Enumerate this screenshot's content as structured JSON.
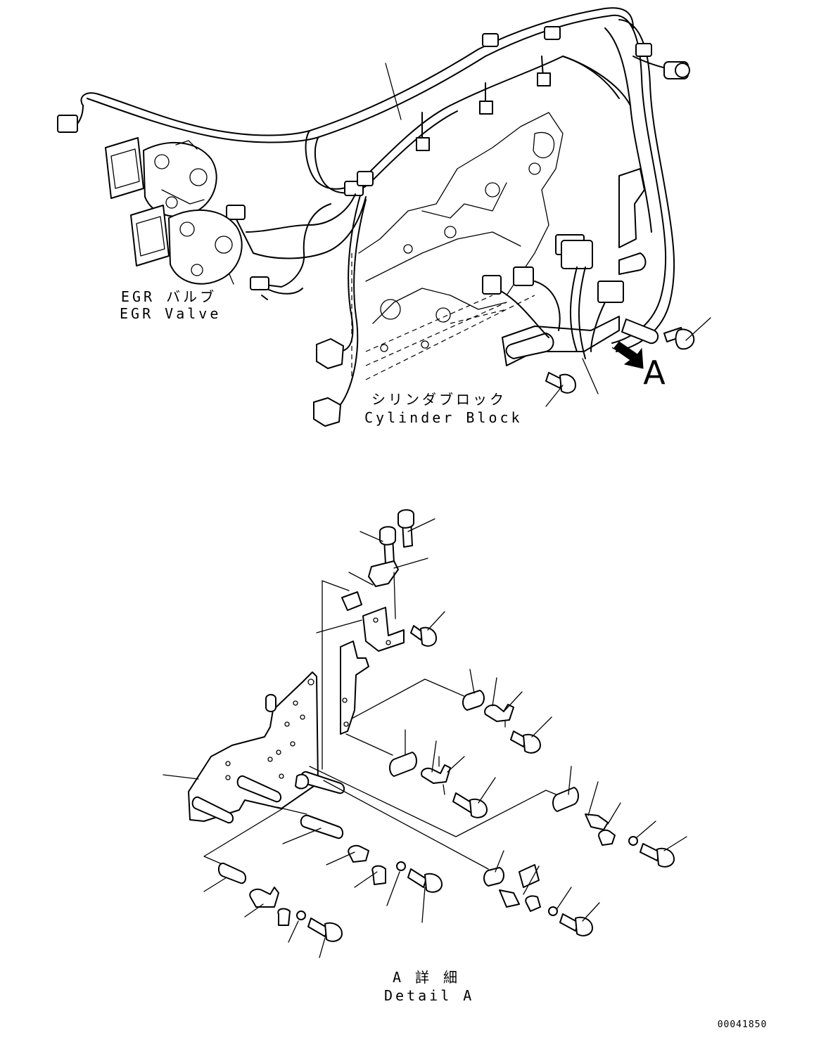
{
  "labels": {
    "egr_jp": "EGR バルブ",
    "egr_en": "EGR Valve",
    "block_jp": "シリンダブロック",
    "block_en": "Cylinder Block",
    "view_marker": "A",
    "detail_jp": "A 詳 細",
    "detail_en": "Detail A",
    "drawing_number": "00041850"
  }
}
